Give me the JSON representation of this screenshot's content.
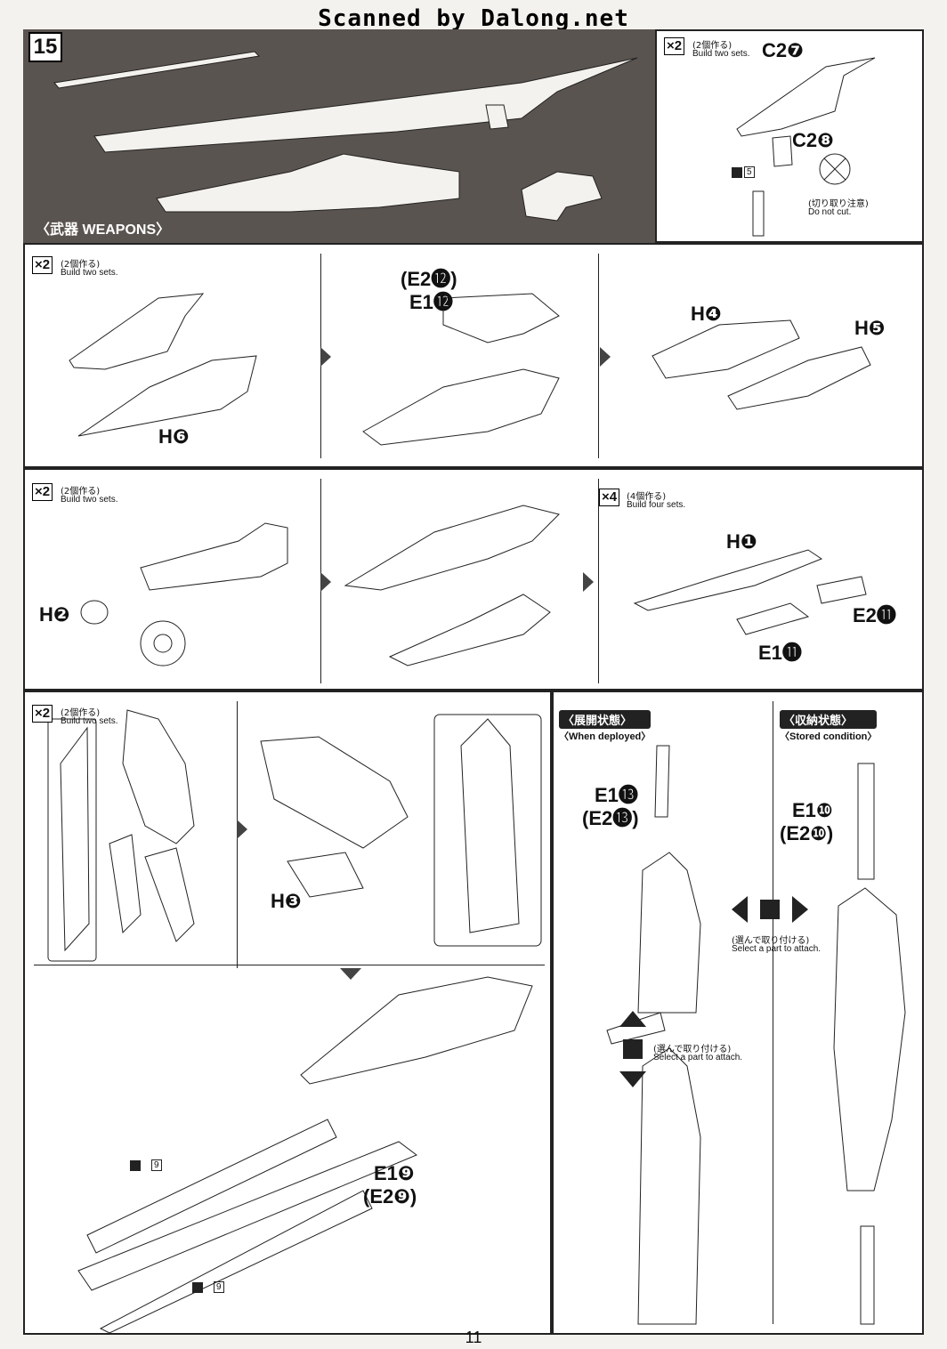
{
  "watermark": "Scanned by Dalong.net",
  "step": "15",
  "section_title": {
    "jp": "〈武器",
    "en": "WEAPONS〉"
  },
  "notes": {
    "two_sets_jp": "(2個作る)",
    "two_sets_en": "Build two sets.",
    "four_sets_jp": "(4個作る)",
    "four_sets_en": "Build four sets.",
    "x2": "×2",
    "x4": "×4",
    "do_not_cut_jp": "(切り取り注意)",
    "do_not_cut_en": "Do not cut.",
    "select_jp": "(選んで取り付ける)",
    "select_en": "Select a part to attach."
  },
  "parts": {
    "c2_7": "C2❼",
    "c2_8": "C2❽",
    "h6": "H❻",
    "e2_12": "(E2⓬)",
    "e1_12": "E1⓬",
    "h4": "H❹",
    "h5": "H❺",
    "h2": "H❷",
    "h1": "H❶",
    "e2_11": "E2⓫",
    "e1_11": "E1⓫",
    "h3": "H❸",
    "e1_9": "E1❾",
    "e2_9": "(E2❾)",
    "e1_13": "E1⓭",
    "e2_13": "(E2⓭)",
    "e1_10": "E1❿",
    "e2_10": "(E2❿)"
  },
  "sticker_nums": {
    "s5": "5",
    "s9a": "9",
    "s9b": "9"
  },
  "modes": {
    "deployed_jp": "〈展開状態〉",
    "deployed_en": "〈When deployed〉",
    "stored_jp": "〈収納状態〉",
    "stored_en": "〈Stored condition〉"
  },
  "page_number": "11"
}
